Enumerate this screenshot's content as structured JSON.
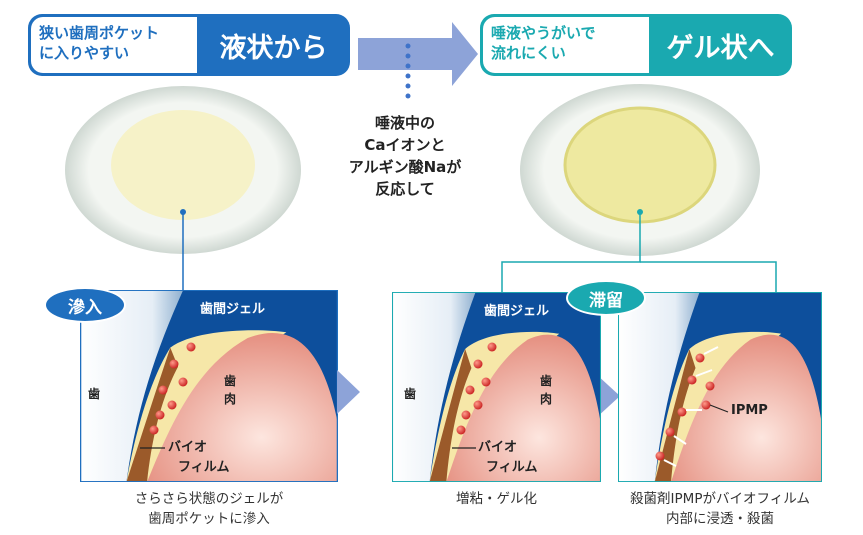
{
  "left_badge": {
    "sub_line1": "狭い歯周ポケット",
    "sub_line2": "に入りやすい",
    "main": "液状から",
    "color": "#1f6fbf"
  },
  "right_badge": {
    "sub_line1": "唾液やうがいで",
    "sub_line2": "流れにくい",
    "main": "ゲル状へ",
    "color": "#1aa9b0"
  },
  "reaction": {
    "line1": "唾液中の",
    "line2": "Caイオンと",
    "line3": "アルギン酸Naが",
    "line4": "反応して"
  },
  "panel1": {
    "tag": "滲入",
    "gel_label": "歯間ジェル",
    "tooth_label": "歯",
    "gum_label": "歯肉",
    "biofilm_line1": "バイオ",
    "biofilm_line2": "フィルム",
    "caption_line1": "さらさら状態のジェルが",
    "caption_line2": "歯周ポケットに滲入"
  },
  "panel2": {
    "tag": "滞留",
    "gel_label": "歯間ジェル",
    "tooth_label": "歯",
    "gum_label": "歯肉",
    "biofilm_line1": "バイオ",
    "biofilm_line2": "フィルム",
    "caption": "増粘・ゲル化"
  },
  "panel3": {
    "ipmp_label": "IPMP",
    "caption_line1": "殺菌剤IPMPがバイオフィルム",
    "caption_line2": "内部に浸透・殺菌"
  }
}
